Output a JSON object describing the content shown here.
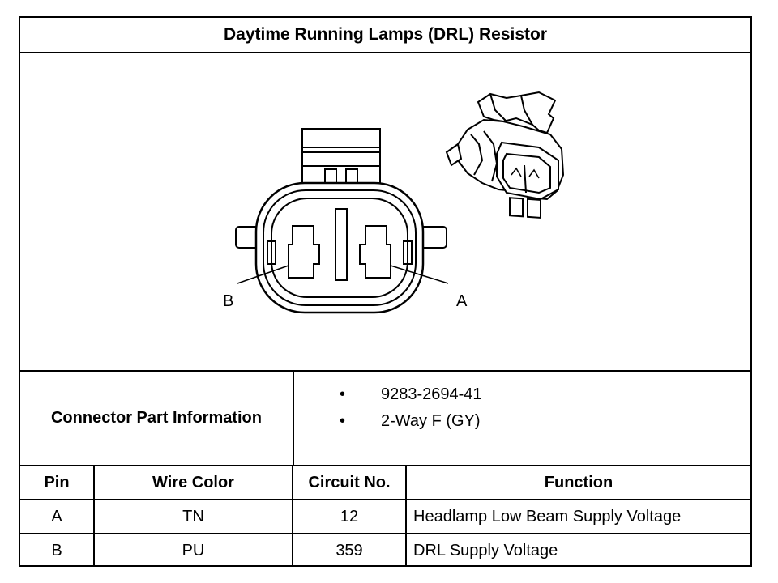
{
  "title": "Daytime Running Lamps (DRL) Resistor",
  "diagram": {
    "pin_labels": [
      "B",
      "A"
    ]
  },
  "connector_info": {
    "label": "Connector Part Information",
    "items": [
      "9283-2694-41",
      "2-Way F (GY)"
    ],
    "bullet": "•"
  },
  "pin_table": {
    "headers": [
      "Pin",
      "Wire Color",
      "Circuit No.",
      "Function"
    ],
    "rows": [
      {
        "pin": "A",
        "wire_color": "TN",
        "circuit": "12",
        "function": "Headlamp Low Beam Supply Voltage"
      },
      {
        "pin": "B",
        "wire_color": "PU",
        "circuit": "359",
        "function": "DRL Supply Voltage"
      }
    ]
  }
}
